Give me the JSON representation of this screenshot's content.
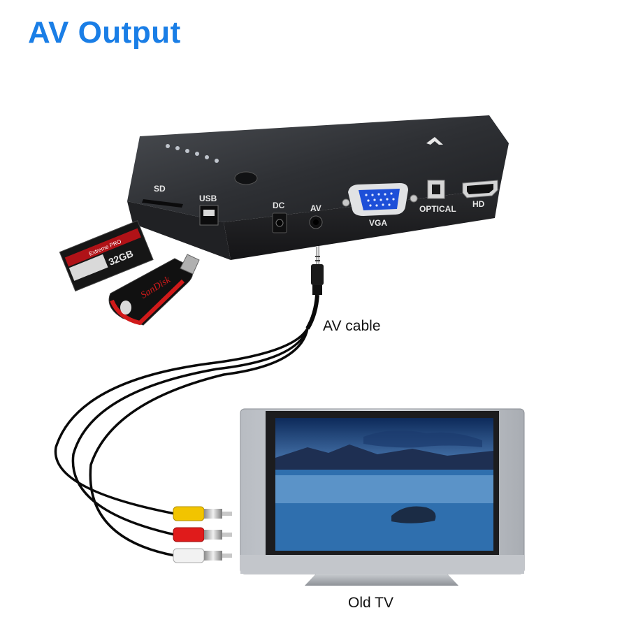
{
  "title": "AV Output",
  "device": {
    "ports": {
      "sd": "SD",
      "usb": "USB",
      "dc": "DC",
      "av": "AV",
      "vga": "VGA",
      "optical": "OPTICAL",
      "hd": "HD"
    }
  },
  "sd_card": {
    "capacity": "32GB",
    "line": "Extreme PRO"
  },
  "usb_drive": {
    "brand": "SanDisk"
  },
  "labels": {
    "cable": "AV cable",
    "tv": "Old TV"
  },
  "colors": {
    "title": "#1a7ee6",
    "rca_yellow": "#f2c400",
    "rca_red": "#e01b1b",
    "rca_white": "#f2f2f2"
  }
}
